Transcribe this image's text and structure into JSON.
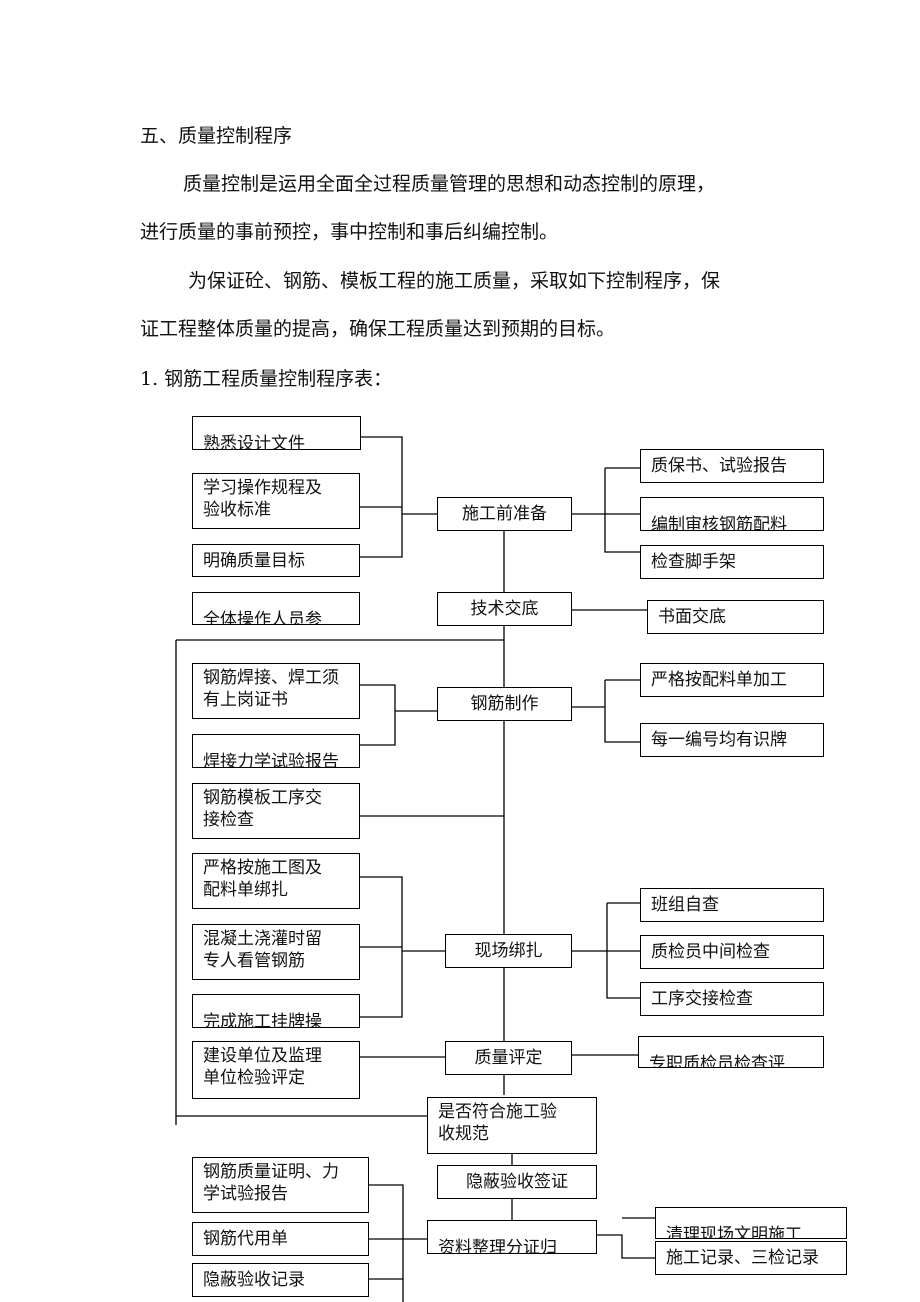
{
  "document": {
    "heading": "五、质量控制程序",
    "para1_line1": "质量控制是运用全面全过程质量管理的思想和动态控制的原理，",
    "para1_line2": "进行质量的事前预控，事中控制和事后纠编控制。",
    "para2_line1": "为保证砼、钢筋、模板工程的施工质量，采取如下控制程序，保",
    "para2_line2": "证工程整体质量的提高，确保工程质量达到预期的目标。",
    "table_title": "1. 钢筋工程质量控制程序表："
  },
  "flowchart": {
    "left": {
      "l1": "熟悉设计文件",
      "l2": "学习操作规程及\n验收标准",
      "l3": "明确质量目标",
      "l4": "全体操作人员参",
      "l5": "钢筋焊接、焊工须\n有上岗证书",
      "l6": "焊接力学试验报告",
      "l7": "钢筋模板工序交\n接检查",
      "l8": "严格按施工图及\n配料单绑扎",
      "l9": "混凝土浇灌时留\n专人看管钢筋",
      "l10": "完成施工挂牌操",
      "l11": "建设单位及监理\n单位检验评定",
      "l12": "钢筋质量证明、力\n学试验报告",
      "l13": "钢筋代用单",
      "l14": "隐蔽验收记录"
    },
    "center": {
      "c1": "施工前准备",
      "c2": "技术交底",
      "c3": "钢筋制作",
      "c4": "现场绑扎",
      "c5": "质量评定",
      "c6": "是否符合施工验\n收规范",
      "c7": "隐蔽验收签证",
      "c8": "资料整理分证归"
    },
    "right": {
      "r1": "质保书、试验报告",
      "r2": "编制审核钢筋配料",
      "r3": "检查脚手架",
      "r4": "书面交底",
      "r5": "严格按配料单加工",
      "r6": "每一编号均有识牌",
      "r7": "班组自查",
      "r8": "质检员中间检查",
      "r9": "工序交接检查",
      "r10": "专职质检员检查评",
      "r11": "清理现场文明施工",
      "r12": "施工记录、三检记录"
    }
  }
}
